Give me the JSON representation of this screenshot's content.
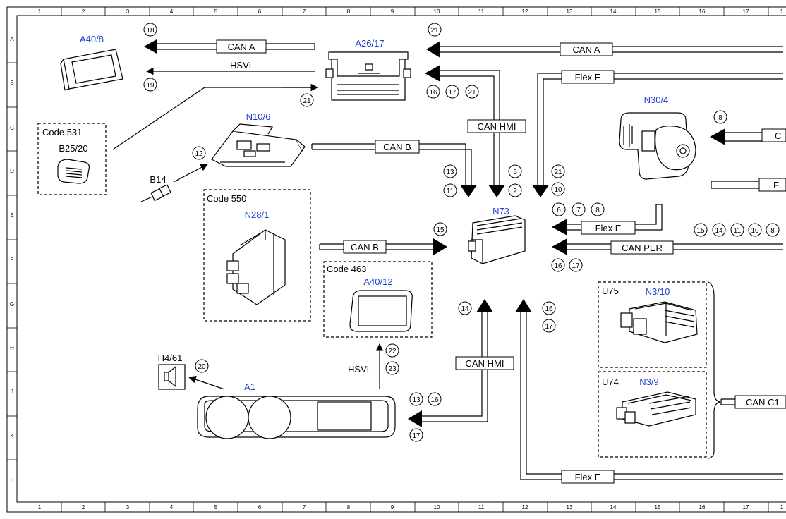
{
  "grid": {
    "columns": [
      "1",
      "2",
      "3",
      "4",
      "5",
      "6",
      "7",
      "8",
      "9",
      "10",
      "11",
      "12",
      "13",
      "14",
      "15",
      "16",
      "17",
      "1"
    ],
    "rows": [
      "A",
      "B",
      "C",
      "D",
      "E",
      "F",
      "G",
      "H",
      "J",
      "K",
      "L"
    ]
  },
  "components": [
    {
      "id": "A40/8"
    },
    {
      "id": "A26/17"
    },
    {
      "id": "N10/6"
    },
    {
      "id": "B25/20",
      "code": "Code 531"
    },
    {
      "id": "B14"
    },
    {
      "id": "N28/1",
      "code": "Code 550"
    },
    {
      "id": "N73"
    },
    {
      "id": "A40/12",
      "code": "Code 463"
    },
    {
      "id": "H4/61"
    },
    {
      "id": "A1"
    },
    {
      "id": "N30/4"
    },
    {
      "id": "N3/10",
      "code": "U75"
    },
    {
      "id": "N3/9",
      "code": "U74"
    }
  ],
  "bus_labels": [
    "CAN A",
    "HSVL",
    "CAN A",
    "Flex E",
    "CAN HMI",
    "CAN B",
    "CAN B",
    "Flex E",
    "CAN PER",
    "HSVL",
    "CAN HMI",
    "Flex E",
    "CAN C1",
    "C",
    "F"
  ],
  "circle_numbers": [
    "18",
    "19",
    "21",
    "21",
    "16",
    "17",
    "21",
    "12",
    "13",
    "11",
    "5",
    "2",
    "21",
    "10",
    "6",
    "7",
    "8",
    "15",
    "16",
    "17",
    "15",
    "14",
    "11",
    "10",
    "8",
    "8",
    "14",
    "16",
    "17",
    "22",
    "23",
    "20",
    "13",
    "16",
    "17"
  ]
}
